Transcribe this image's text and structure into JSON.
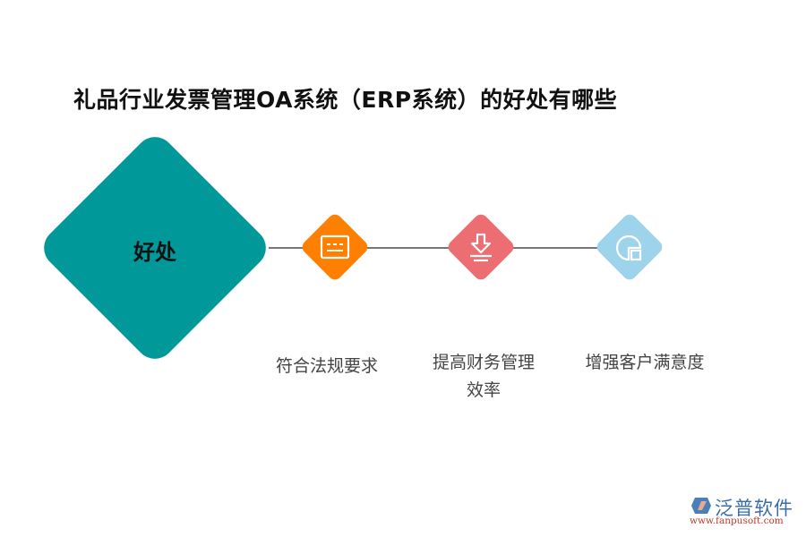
{
  "title": "礼品行业发票管理OA系统（ERP系统）的好处有哪些",
  "center": {
    "label": "好处",
    "color": "#009898"
  },
  "nodes": [
    {
      "label": "符合法规要求",
      "icon": "document-icon",
      "color": "#FF8000"
    },
    {
      "label_line1": "提高财务管理",
      "label_line2": "效率",
      "icon": "download-icon",
      "color": "#EC6E73"
    },
    {
      "label": "增强客户满意度",
      "icon": "pie-chart-icon",
      "color": "#9DD4EC"
    }
  ],
  "logo": {
    "name": "泛普软件",
    "url": "www.fanpusoft.com"
  }
}
